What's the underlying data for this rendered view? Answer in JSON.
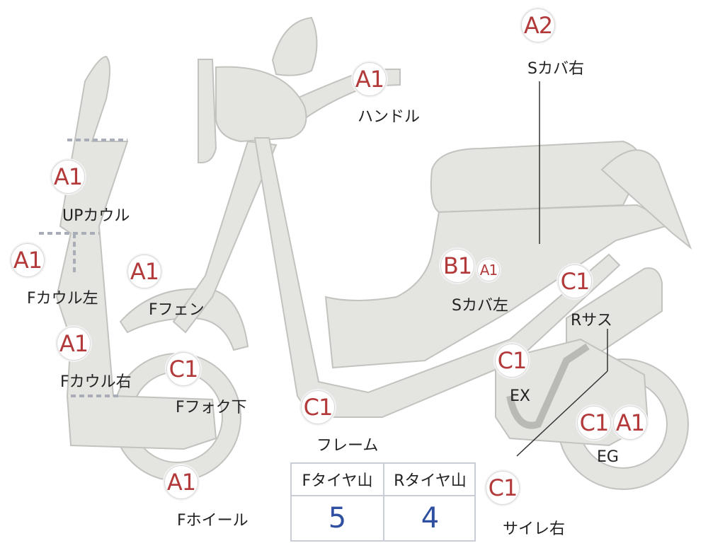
{
  "parts": [
    {
      "id": "handle",
      "grade": "A1",
      "label": "ハンドル"
    },
    {
      "id": "scover_right",
      "grade": "A2",
      "label": "Sカバ右"
    },
    {
      "id": "up_cowl",
      "grade": "A1",
      "label": "UPカウル"
    },
    {
      "id": "f_cowl_left",
      "grade": "A1",
      "label": "Fカウル左"
    },
    {
      "id": "f_fender",
      "grade": "A1",
      "label": "Fフェン"
    },
    {
      "id": "f_cowl_right",
      "grade": "A1",
      "label": "Fカウル右"
    },
    {
      "id": "f_fork_lower",
      "grade": "C1",
      "label": "Fフォク下"
    },
    {
      "id": "frame",
      "grade": "C1",
      "label": "フレーム"
    },
    {
      "id": "f_wheel",
      "grade": "A1",
      "label": "Fホイール"
    },
    {
      "id": "scover_left",
      "grade": "B1",
      "grade2": "A1",
      "label": "Sカバ左"
    },
    {
      "id": "r_sus",
      "grade": "C1",
      "label": "Rサス"
    },
    {
      "id": "ex",
      "grade": "C1",
      "label": "EX"
    },
    {
      "id": "eg",
      "grade": "C1",
      "grade2": "A1",
      "label": "EG"
    },
    {
      "id": "muffler_right",
      "grade": "C1",
      "label": "サイレ右"
    }
  ],
  "tire_table": {
    "front_header": "Fタイヤ山",
    "rear_header": "Rタイヤ山",
    "front_value": "5",
    "rear_value": "4"
  }
}
